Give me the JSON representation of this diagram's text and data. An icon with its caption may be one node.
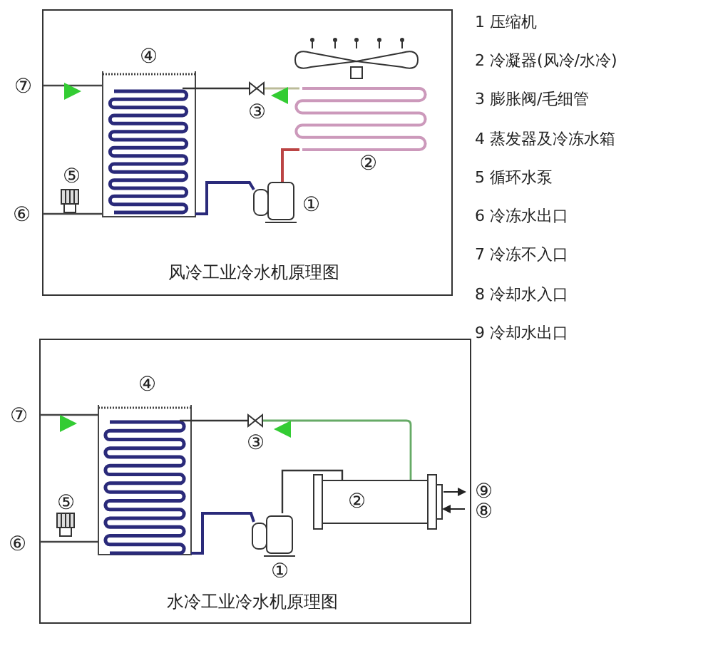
{
  "diagram": {
    "labels": [
      "④",
      "⑦",
      "③",
      "②",
      "⑤",
      "⑥",
      "①",
      "风冷工业冷水机原理图",
      "1 压缩机",
      "2 冷凝器(风冷/水冷)",
      "3 膨胀阀/毛细管",
      "4 蒸发器及冷冻水箱",
      "5 循环水泵",
      "6 冷冻水出口",
      "7 冷冻不入口",
      "8 冷却水入口",
      "9 冷却水出口",
      "④",
      "⑦",
      "③",
      "②",
      "⑨",
      "⑧",
      "⑤",
      "⑥",
      "①",
      "水冷工业冷水机原理图"
    ]
  }
}
